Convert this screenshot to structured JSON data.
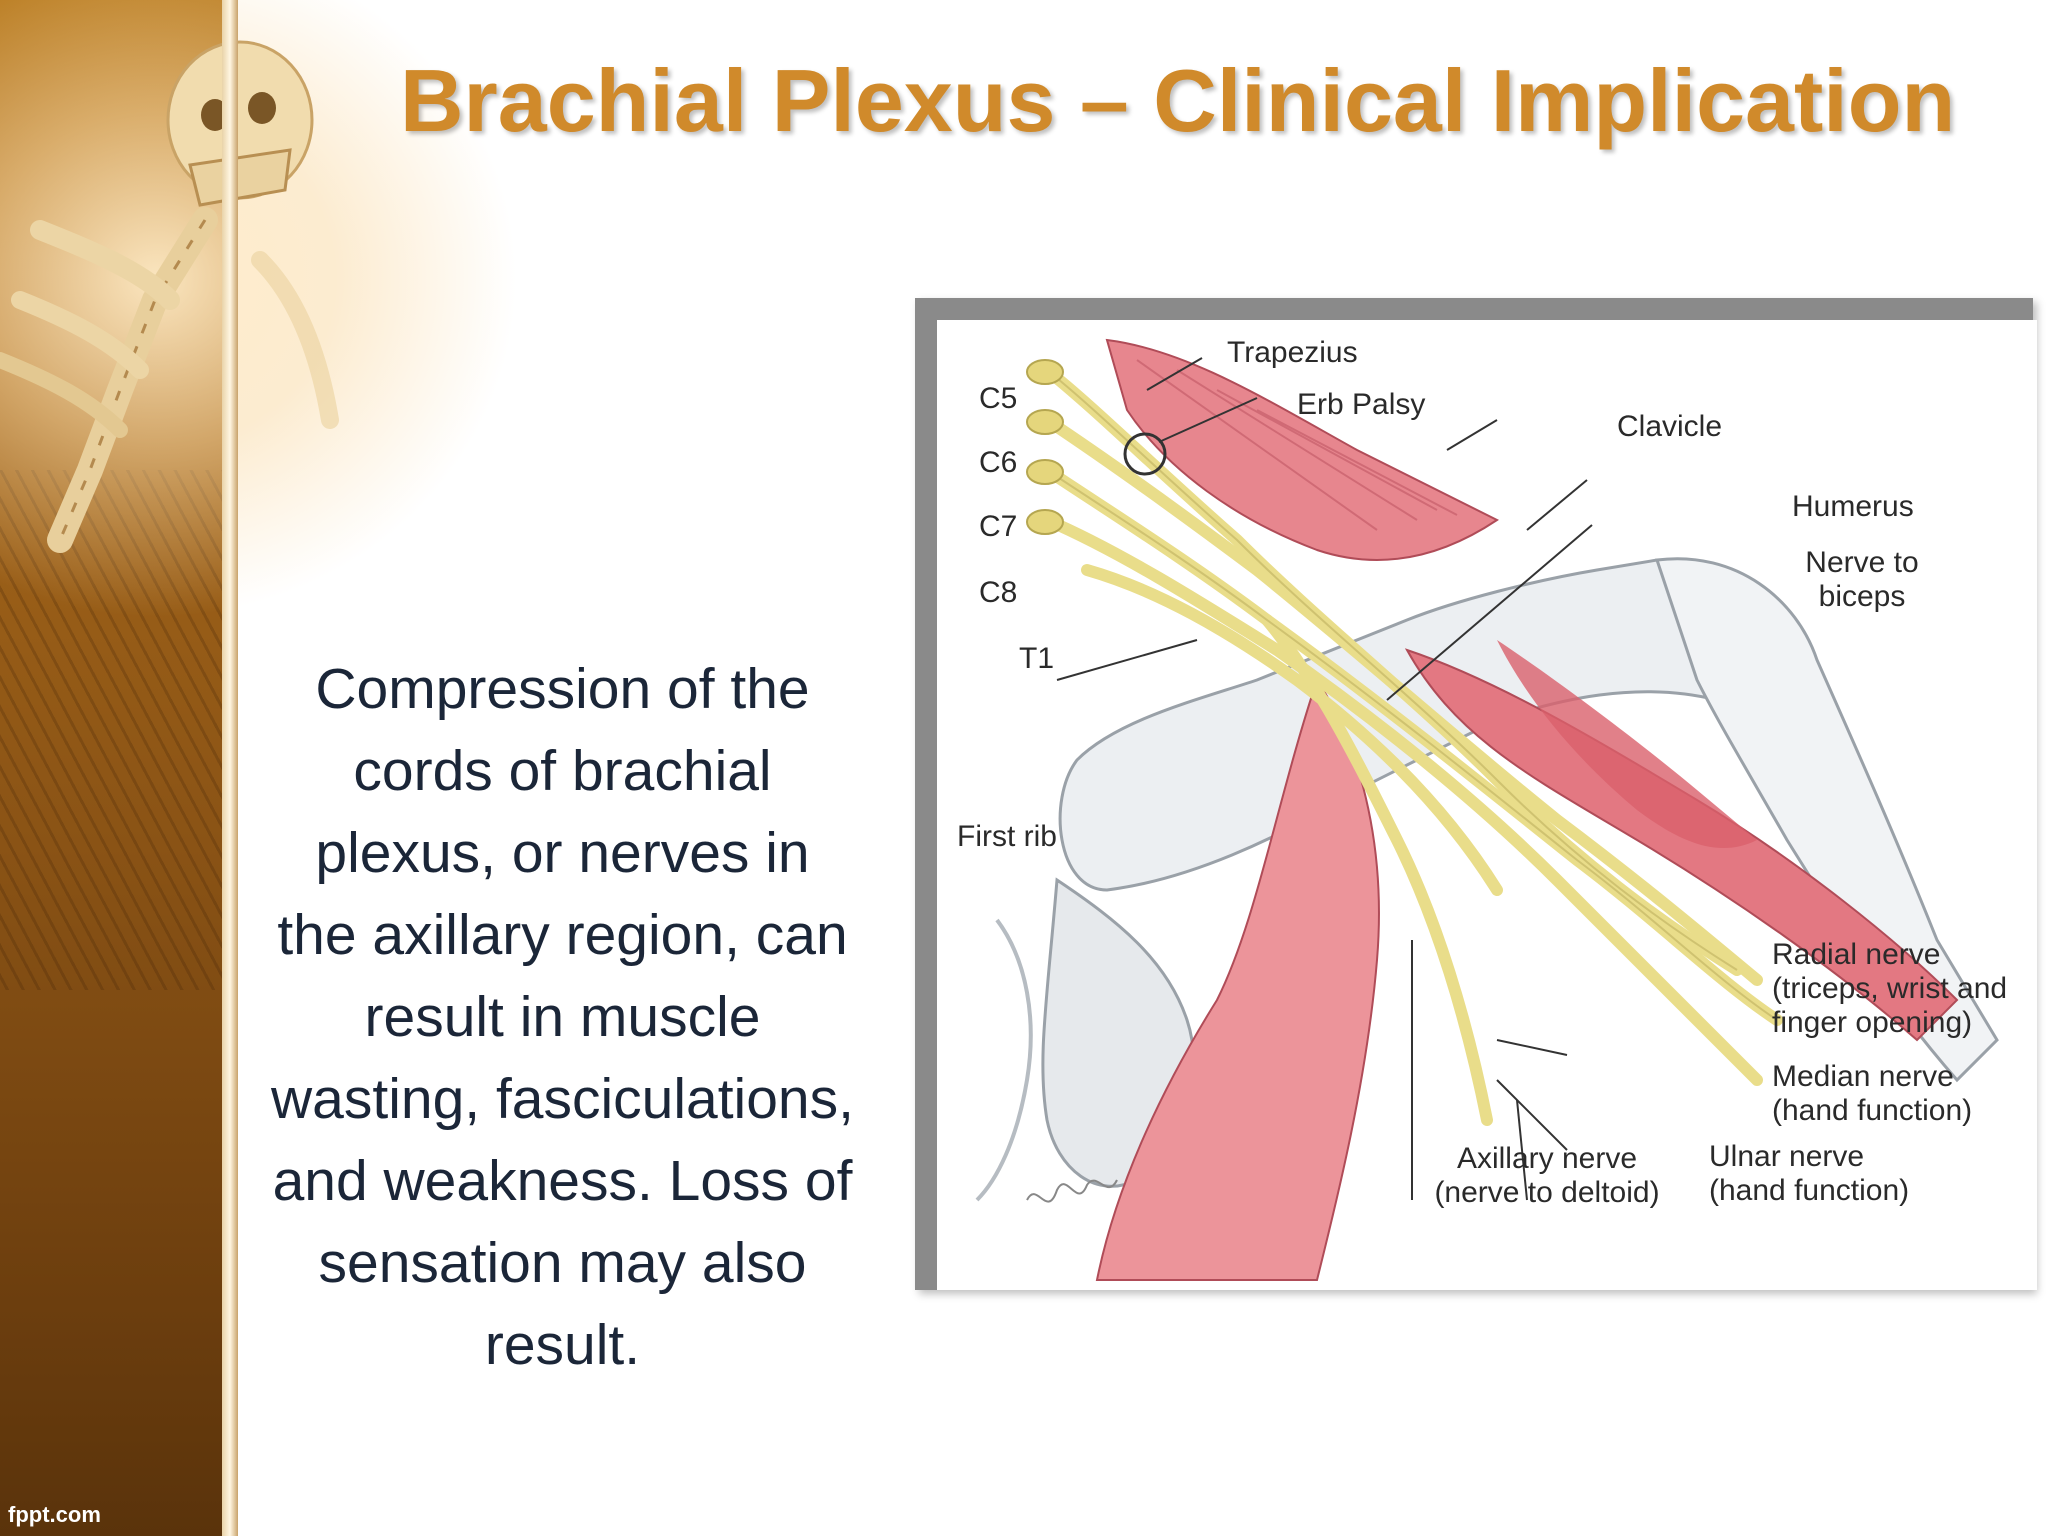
{
  "slide": {
    "title": "Brachial Plexus – Clinical Implication",
    "body": "Compression of the cords of brachial plexus, or nerves in the axillary region, can result in muscle wasting, fasciculations, and weakness. Loss of sensation may also result.",
    "brand": "fppt.com"
  },
  "figure": {
    "labels": {
      "trapezius": "Trapezius",
      "erb_palsy": "Erb Palsy",
      "clavicle": "Clavicle",
      "humerus": "Humerus",
      "nerve_to_biceps_1": "Nerve to",
      "nerve_to_biceps_2": "biceps",
      "c5": "C5",
      "c6": "C6",
      "c7": "C7",
      "c8": "C8",
      "t1": "T1",
      "first_rib": "First rib",
      "radial_1": "Radial nerve",
      "radial_2": "(triceps, wrist and",
      "radial_3": "finger opening)",
      "median_1": "Median nerve",
      "median_2": "(hand function)",
      "axillary_1": "Axillary nerve",
      "axillary_2": "(nerve to deltoid)",
      "ulnar_1": "Ulnar nerve",
      "ulnar_2": "(hand function)"
    }
  }
}
